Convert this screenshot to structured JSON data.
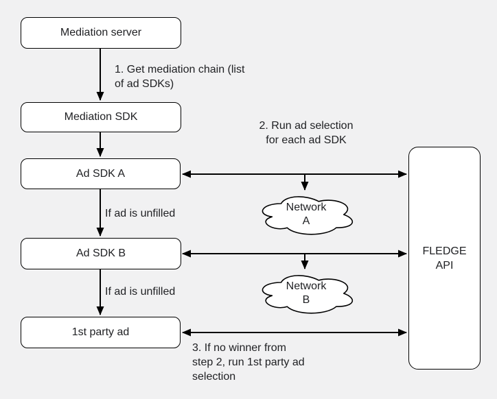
{
  "diagram": {
    "nodes": {
      "mediation_server": {
        "label": "Mediation server"
      },
      "mediation_sdk": {
        "label": "Mediation SDK"
      },
      "ad_sdk_a": {
        "label": "Ad SDK A"
      },
      "ad_sdk_b": {
        "label": "Ad SDK B"
      },
      "first_party_ad": {
        "label": "1st party ad"
      },
      "fledge_api": {
        "lines": [
          "FLEDGE",
          "API"
        ]
      },
      "network_a": {
        "lines": [
          "Network",
          "A"
        ]
      },
      "network_b": {
        "lines": [
          "Network",
          "B"
        ]
      }
    },
    "annotations": {
      "step1": {
        "lines": [
          "1. Get mediation chain (list",
          "of ad SDKs)"
        ]
      },
      "step2": {
        "lines": [
          "2. Run ad selection",
          "for each ad SDK"
        ]
      },
      "step3": {
        "lines": [
          "3. If no winner from",
          "step 2, run 1st party ad",
          "selection"
        ]
      },
      "unfilled_a": {
        "label": "If ad is unfilled"
      },
      "unfilled_b": {
        "label": "If ad is unfilled"
      }
    },
    "colors": {
      "canvas_background": "#f1f1f2",
      "node_fill": "#ffffff",
      "node_border": "#000000",
      "text": "#202124",
      "arrow": "#000000"
    }
  }
}
